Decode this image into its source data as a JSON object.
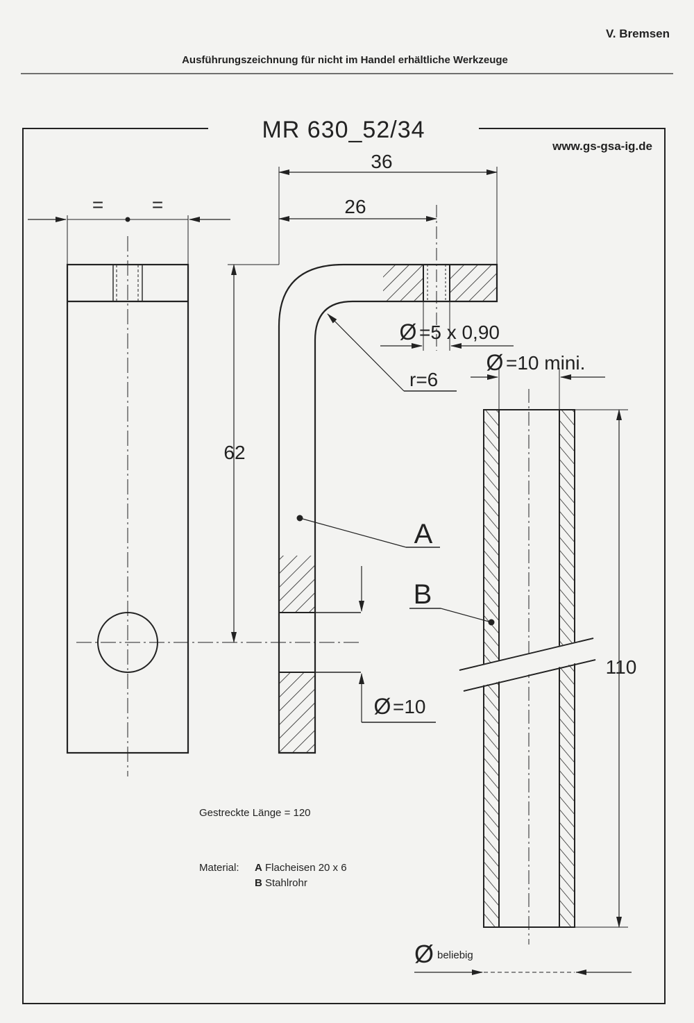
{
  "header": {
    "author": "V. Bremsen",
    "subtitle": "Ausführungszeichnung für nicht im Handel erhältliche Werkzeuge"
  },
  "drawing": {
    "title": "MR 630_52/34",
    "website": "www.gs-gsa-ig.de",
    "dimensions": {
      "equal_left": "=",
      "equal_right": "=",
      "width_36": "36",
      "width_26": "26",
      "height_62": "62",
      "thread_prefix": "=5 x 0,90",
      "radius": "r=6",
      "hole_min": "=10 mini.",
      "hole_10": "=10",
      "length_110": "110",
      "diameter_any": "beliebig"
    },
    "labels": {
      "part_a": "A",
      "part_b": "B"
    }
  },
  "notes": {
    "stretched_length": "Gestreckte Länge = 120",
    "material_label": "Material:",
    "material_a_key": "A",
    "material_a_text": "Flacheisen 20 x 6",
    "material_b_key": "B",
    "material_b_text": "Stahlrohr"
  }
}
